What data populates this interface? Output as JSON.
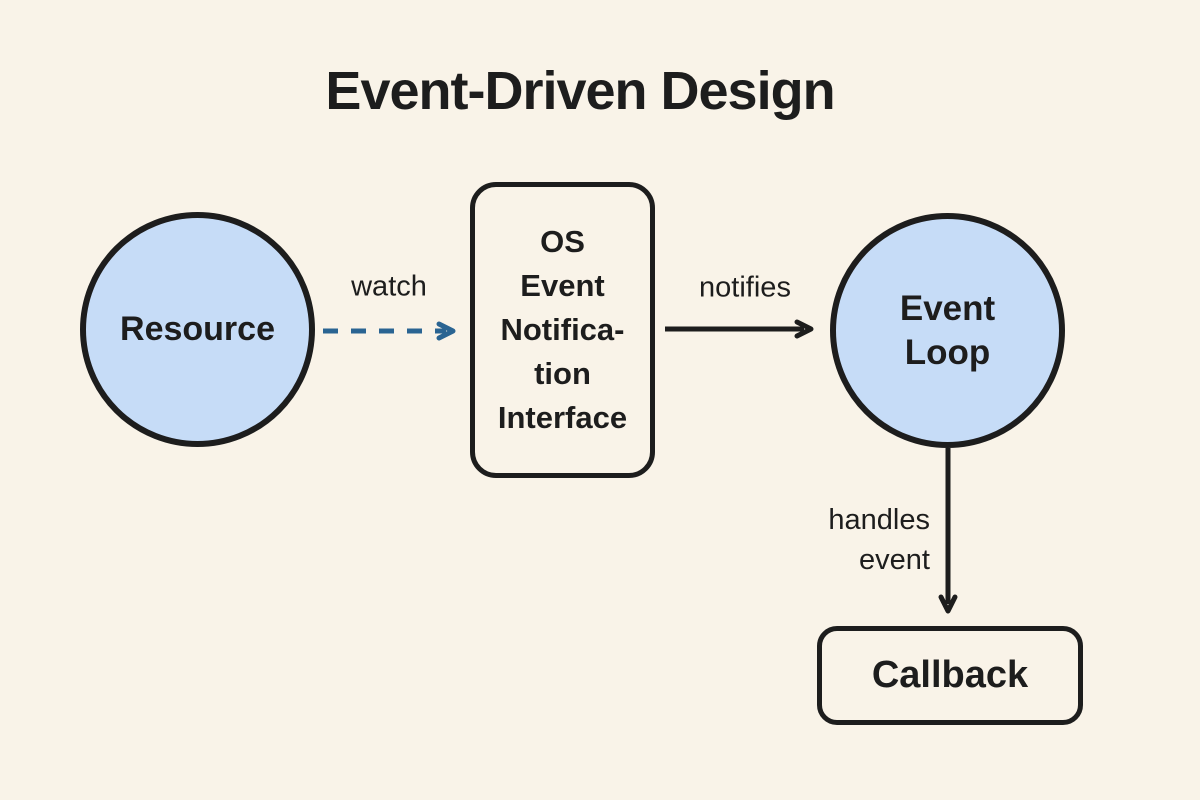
{
  "title": "Event-Driven Design",
  "colors": {
    "background": "#f9f3e8",
    "node_fill": "#c6dcf7",
    "outline": "#1d1d1d",
    "text": "#1d1d1d",
    "watch_arrow": "#2a6492",
    "arrow_color": "#1d1d1d"
  },
  "nodes": {
    "resource": {
      "shape": "circle",
      "label": "Resource"
    },
    "os_interface": {
      "shape": "rounded-rect",
      "label": "OS\nEvent\nNotifica-\ntion\nInterface"
    },
    "event_loop": {
      "shape": "circle",
      "label": "Event\nLoop"
    },
    "callback": {
      "shape": "rounded-rect",
      "label": "Callback"
    }
  },
  "edges": {
    "watch": {
      "from": "resource",
      "to": "os_interface",
      "style": "dashed",
      "label": "watch"
    },
    "notifies": {
      "from": "os_interface",
      "to": "event_loop",
      "style": "solid",
      "label": "notifies"
    },
    "handles_event": {
      "from": "event_loop",
      "to": "callback",
      "style": "solid",
      "label": "handles\nevent"
    }
  }
}
